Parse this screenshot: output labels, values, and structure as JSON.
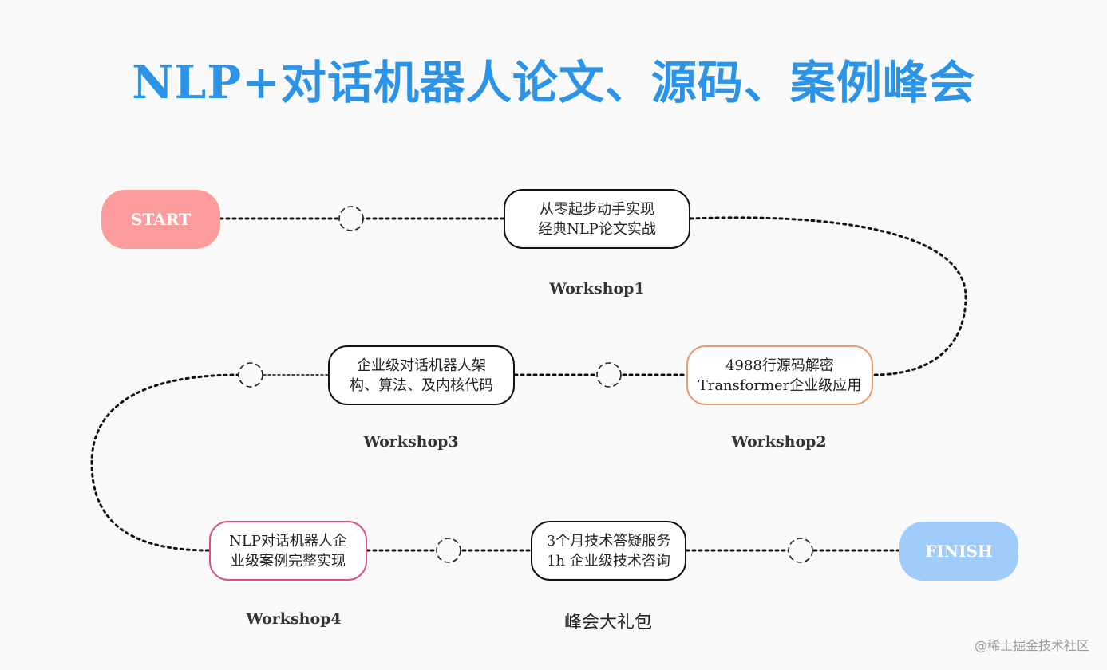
{
  "title": "NLP+对话机器人论文、源码、案例峰会",
  "start_label": "START",
  "finish_label": "FINISH",
  "colors": {
    "title": "#2b93e8",
    "start": "#fd9c9c",
    "finish": "#9fccfa",
    "workshop2_border": "#e89b6e",
    "workshop4_border": "#d9547a"
  },
  "nodes": {
    "workshop1": {
      "line1": "从零起步动手实现",
      "line2": "经典NLP论文实战",
      "label": "Workshop1"
    },
    "workshop2": {
      "line1": "4988行源码解密",
      "line2": "Transformer企业级应用",
      "label": "Workshop2"
    },
    "workshop3": {
      "line1": "企业级对话机器人架",
      "line2": "构、算法、及内核代码",
      "label": "Workshop3"
    },
    "workshop4": {
      "line1": "NLP对话机器人企",
      "line2": "业级案例完整实现",
      "label": "Workshop4"
    },
    "gift": {
      "line1": "3个月技术答疑服务",
      "line2": "1h 企业级技术咨询",
      "label": "峰会大礼包"
    }
  },
  "watermark": "@稀土掘金技术社区"
}
